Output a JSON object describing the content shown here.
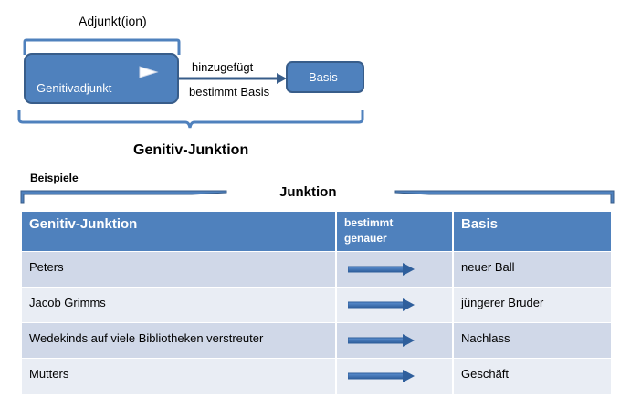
{
  "diagram": {
    "bracket_top_label": "Adjunkt(ion)",
    "box_left_label": "Genitivadjunkt",
    "arrow_top_label": "hinzugefügt",
    "arrow_bottom_label": "bestimmt Basis",
    "box_right_label": "Basis",
    "bracket_bottom_label": "Genitiv-Junktion"
  },
  "examples": {
    "section_label": "Beispiele",
    "junction_label": "Junktion",
    "headers": {
      "col1": "Genitiv-Junktion",
      "col2_line1": "bestimmt",
      "col2_line2": "genauer",
      "col3": "Basis"
    },
    "rows": [
      {
        "genitive": "Peters",
        "base": "neuer Ball"
      },
      {
        "genitive": "Jacob Grimms",
        "base": "jüngerer Bruder"
      },
      {
        "genitive": "Wedekinds auf viele Bibliotheken verstreuter",
        "base": "Nachlass"
      },
      {
        "genitive": "Mutters",
        "base": "Geschäft"
      }
    ]
  },
  "colors": {
    "box_fill": "#4f81bd",
    "box_stroke": "#385d8a",
    "header_fill": "#4f81bd",
    "row_odd": "#d0d8e8",
    "row_even": "#e9edf4"
  }
}
